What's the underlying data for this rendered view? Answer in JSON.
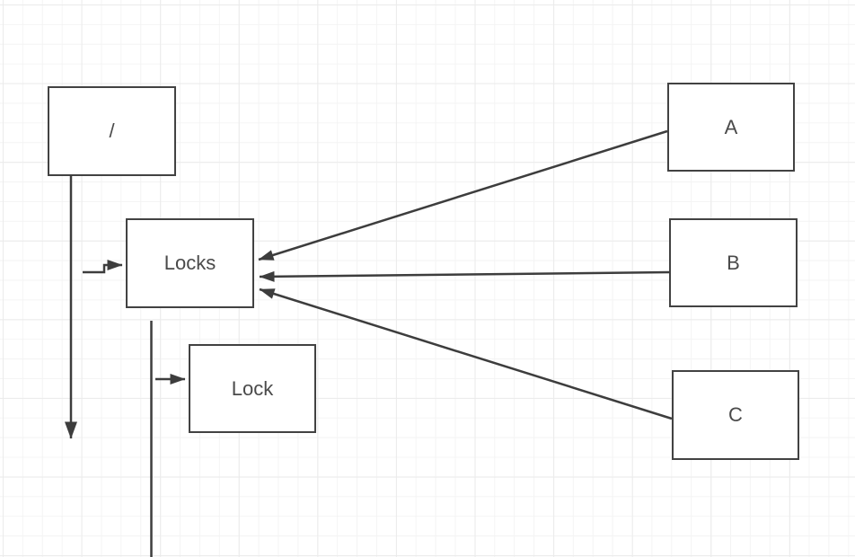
{
  "canvas": {
    "background": "#ffffff",
    "grid_minor": "#f4f4f4",
    "grid_major": "#ebebeb"
  },
  "style": {
    "shape_border": "#424242",
    "shape_fill": "#ffffff",
    "edge_color": "#3d3d3d",
    "label_color": "#4a4a4a"
  },
  "nodes": [
    {
      "id": "root",
      "label": "/"
    },
    {
      "id": "locks",
      "label": "Locks"
    },
    {
      "id": "lock",
      "label": "Lock"
    },
    {
      "id": "a",
      "label": "A"
    },
    {
      "id": "b",
      "label": "B"
    },
    {
      "id": "c",
      "label": "C"
    }
  ],
  "edges": [
    {
      "id": "root-down",
      "from": "/",
      "to": "open space below",
      "arrow_at": "end"
    },
    {
      "id": "stub-into-locks",
      "from": "stub left of Locks",
      "to": "Locks",
      "arrow_at": "end"
    },
    {
      "id": "locks-down-line",
      "from": "below Locks",
      "to": "bottom edge of canvas",
      "arrow_at": "none"
    },
    {
      "id": "stub-into-lock",
      "from": "vertical line",
      "to": "Lock",
      "arrow_at": "end"
    },
    {
      "id": "a-to-locks",
      "from": "A",
      "to": "Locks",
      "arrow_at": "end"
    },
    {
      "id": "b-to-locks",
      "from": "B",
      "to": "Locks",
      "arrow_at": "end"
    },
    {
      "id": "c-to-locks",
      "from": "C",
      "to": "Locks",
      "arrow_at": "end"
    }
  ]
}
